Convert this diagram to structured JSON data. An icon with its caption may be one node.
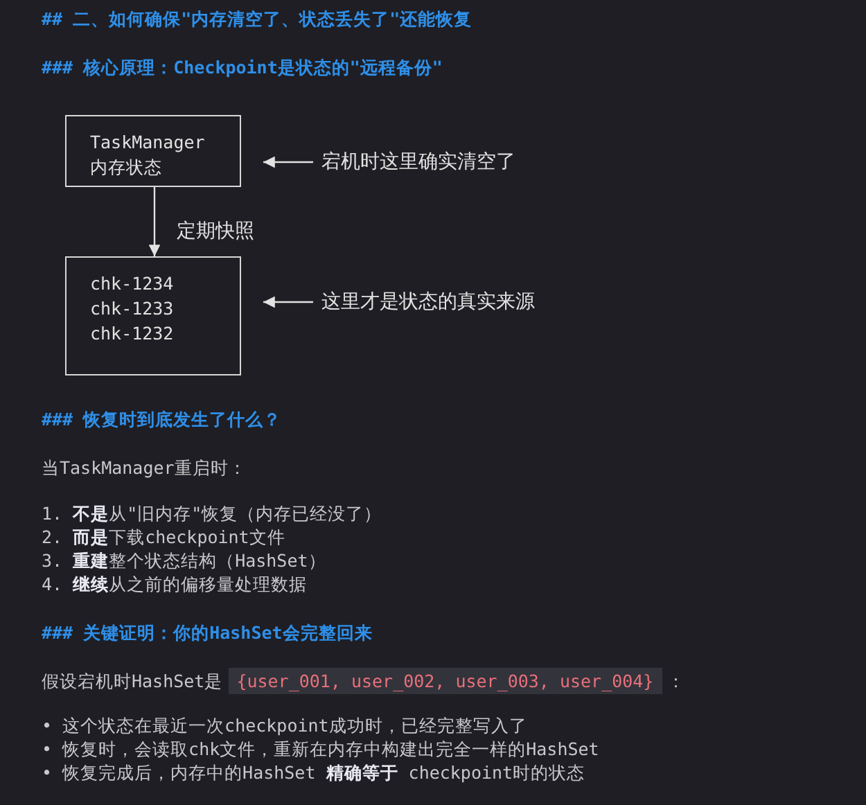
{
  "diagram": {
    "title": "## 二、如何确保\"内存清空了、状态丢失了\"还能恢复",
    "nodes": [
      {
        "text": [
          "TaskManager",
          "内存状态"
        ]
      },
      {
        "text": [
          "chk-1234",
          "chk-1233",
          "chk-1232"
        ]
      },
      {
        "text": [
          "宕机时这里确实清空了"
        ]
      },
      {
        "text": [
          "这里才是状态的真实来源"
        ]
      }
    ],
    "edges": [
      {
        "from": 0,
        "to": 1,
        "arrow": "to",
        "label": "定期快照"
      },
      {
        "from": 2,
        "to": 0,
        "arrow": "to"
      },
      {
        "from": 3,
        "to": 1,
        "arrow": "to"
      }
    ],
    "labels": [
      "### 核心原理：Checkpoint是状态的\"远程备份\"",
      "### 恢复时到底发生了什么？",
      "当TaskManager重启时：",
      "1. **不是**从\"旧内存\"恢复（内存已经没了）",
      "2. **而是**下载checkpoint文件",
      "3. **重建**整个状态结构（HashSet）",
      "4. **继续**从之前的偏移量处理数据",
      "### 关键证明：你的HashSet会完整回来",
      "假设宕机时HashSet是",
      "{user_001, user_002, user_003, user_004}",
      "：",
      "• 这个状态在最近一次checkpoint成功时，已经完整写入了",
      "• 恢复时，会读取chk文件，重新在内存中构建出完全一样的HashSet",
      "• 恢复完成后，内存中的HashSet **精确等于** checkpoint时的状态"
    ]
  }
}
